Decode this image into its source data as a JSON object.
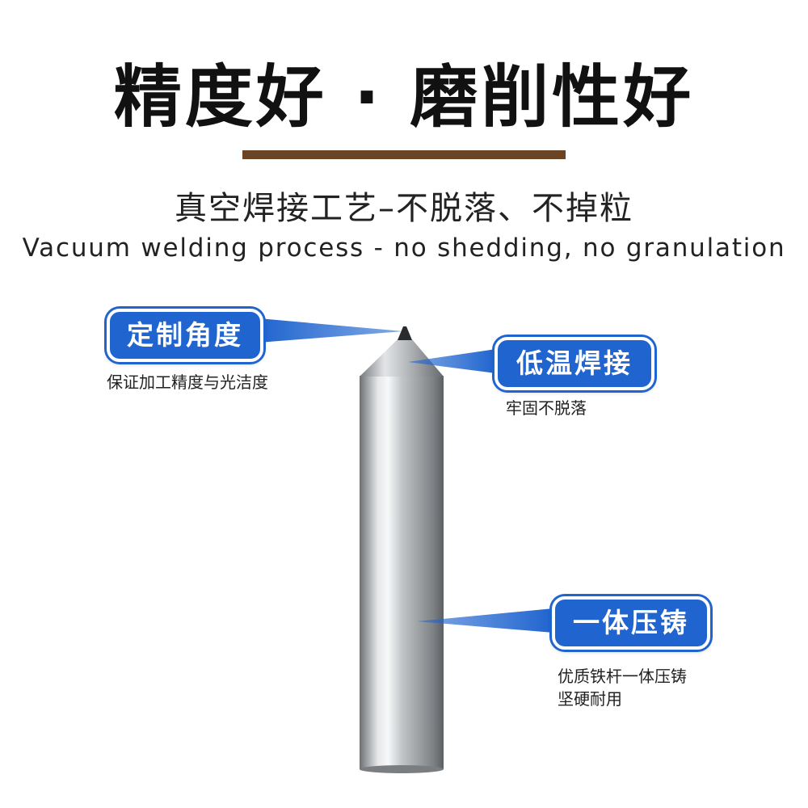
{
  "header": {
    "title": "精度好 · 磨削性好",
    "subtitle_zh": "真空焊接工艺–不脱落、不掉粒",
    "subtitle_en": "Vacuum welding process - no shedding, no granulation"
  },
  "callouts": [
    {
      "label": "定制角度",
      "desc_lines": [
        "保证加工精度与光洁度"
      ]
    },
    {
      "label": "低温焊接",
      "desc_lines": [
        "牢固不脱落"
      ]
    },
    {
      "label": "一体压铸",
      "desc_lines": [
        "优质铁杆一体压铸",
        "坚硬耐用"
      ]
    }
  ],
  "colors": {
    "accent_bar": "#6b4426",
    "callout_blue": "#1f64cf",
    "text_dark": "#111111"
  }
}
